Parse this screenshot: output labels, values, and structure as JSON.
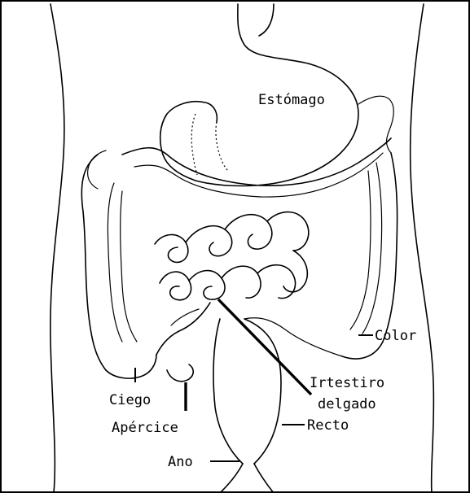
{
  "labels": {
    "stomach": "Estómago",
    "colon": "Color",
    "small_intestine_line1": "Irtestiro",
    "small_intestine_line2": "delgado",
    "cecum": "Ciego",
    "appendix": "Apércice",
    "rectum": "Recto",
    "anus": "Ano"
  }
}
